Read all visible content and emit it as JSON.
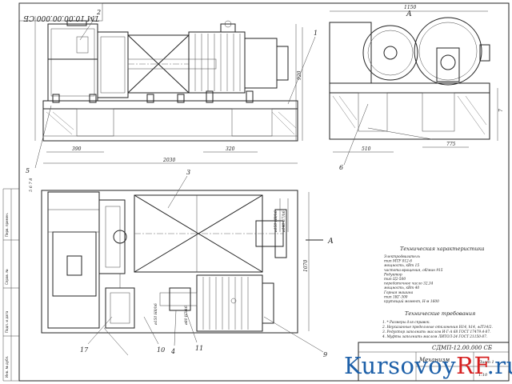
{
  "drawing": {
    "stamp_rotated": "ТМ 10.00.00.000 СБ",
    "front_view": {
      "callout_1": "1",
      "callout_2": "2",
      "callout_5": "5",
      "dim_390": "390",
      "dim_320": "320",
      "dim_2030": "2030",
      "dim_920": "920",
      "dim_left_stack": "5 6 7 8"
    },
    "side_view": {
      "section_label": "А",
      "dim_1150": "1150",
      "dim_510": "510",
      "dim_775": "775",
      "callout_6": "6",
      "dim_right": "7"
    },
    "plan_view": {
      "callout_3": "3",
      "section_label": "А",
      "dim_1070": "1070",
      "callout_17": "17",
      "callout_10": "10",
      "callout_4": "4",
      "callout_11": "11",
      "callout_9": "9",
      "shaft_dims": [
        "ø150 H8/h6",
        "ø140 U7/h6",
        "ø150 H8/h6",
        "ø80 H7/k6"
      ]
    },
    "tech_specs": {
      "title": "Техническая характеристика",
      "lines": [
        "Электродвигатель",
        "тип                                МТF 012-6",
        "мощность, кВт                       15",
        "частота вращения, об/мин           915",
        "Редуктор",
        "тип                                Ц2-500",
        "передаточное число                 32,34",
        "мощность, кВт                      40",
        "Горная машина",
        "тип                                1КГ-300",
        "крутящий момент, Н·м              1600"
      ]
    },
    "tech_requirements": {
      "title": "Технические требования",
      "lines": [
        "1. * Размеры для справок.",
        "2. Неуказанные предельные отклонения Н14, h14, ±IT14/2.",
        "3. Редуктор заполнить маслом И-Г-А 68 ГОСТ 17479.4-87.",
        "4. Муфты заполнить маслом ЛИТОЛ-24 ГОСТ 21150-87."
      ]
    },
    "title_block": {
      "code": "СДМП-12.00.000 СБ",
      "name": "Механизм",
      "sheet": "Лист 1",
      "scale": "1:10"
    },
    "frame_labels": {
      "left_1": "Перв. примен.",
      "left_2": "Справ. №",
      "left_3": "Подп. и дата",
      "left_4": "Инв. № дубл."
    }
  },
  "watermark": {
    "part1": "Kursovoy",
    "part2": "RF",
    "part3": ".ru",
    "colors": {
      "blue": "#1c5fa8",
      "red": "#d62020"
    }
  }
}
